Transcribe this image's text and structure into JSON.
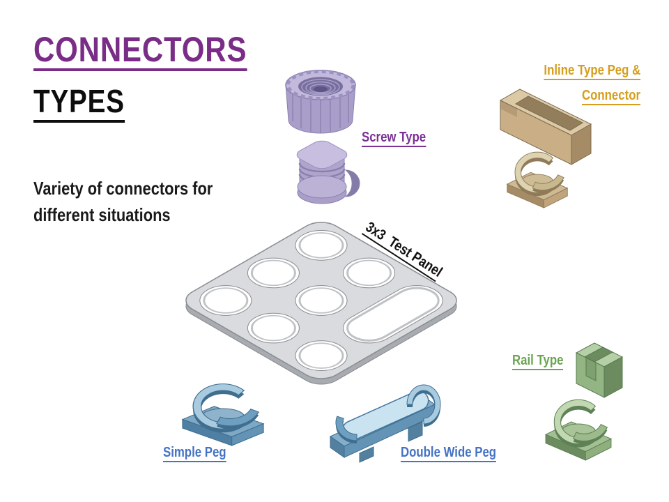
{
  "slide": {
    "title_line1": "CONNECTORS",
    "title_line2": "TYPES",
    "subtitle": "Variety of connectors for different situations",
    "labels": {
      "screw": "Screw Type",
      "inline_line1": "Inline Type Peg &",
      "inline_line2": "Connector",
      "panel": "3x3  Test Panel",
      "rail": "Rail Type",
      "simple": "Simple Peg",
      "double_wide": "Double Wide Peg"
    },
    "colors": {
      "title_purple": "#7A2D87",
      "label_purple": "#7B3194",
      "label_gold": "#D79D1C",
      "label_green": "#6BA453",
      "label_blue": "#4472C4",
      "text_black": "#111111",
      "part_lavender": "#B4ABD0",
      "part_tan": "#C8B295",
      "part_gray": "#D9DBDE",
      "part_blue": "#7FA8C5",
      "part_green": "#9CBA8C",
      "background": "#FFFFFF"
    },
    "parts": {
      "screw_ring": "knurled screw ring nut",
      "screw_cap": "threaded screw cap peg",
      "inline_bracket": "inline channel bracket",
      "inline_clip": "inline clip connector",
      "test_panel": "3x3 test panel plate",
      "rail_block": "rail slot block",
      "rail_clip": "rail clip connector",
      "simple_peg": "simple peg clip",
      "double_wide_peg": "double wide peg clip"
    }
  }
}
